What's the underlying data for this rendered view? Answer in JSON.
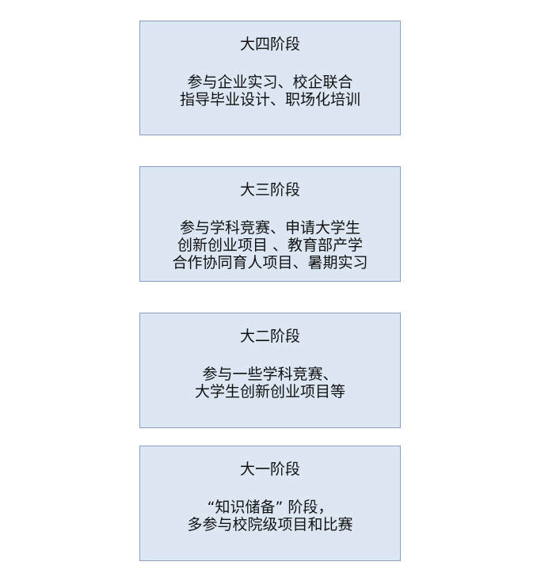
{
  "stages": [
    {
      "title": "大四阶段",
      "lines": [
        "参与企业实习、校企联合",
        "指导毕业设计、职场化培训"
      ]
    },
    {
      "title": "大三阶段",
      "lines": [
        "参与学科竞赛、申请大学生",
        "创新创业项目 、教育部产学",
        "合作协同育人项目、暑期实习"
      ]
    },
    {
      "title": "大二阶段",
      "lines": [
        "参与一些学科竞赛、",
        "大学生创新创业项目等"
      ]
    },
    {
      "title": "大一阶段",
      "lines": [
        "“知识储备” 阶段，",
        "多参与校院级项目和比赛"
      ]
    }
  ]
}
